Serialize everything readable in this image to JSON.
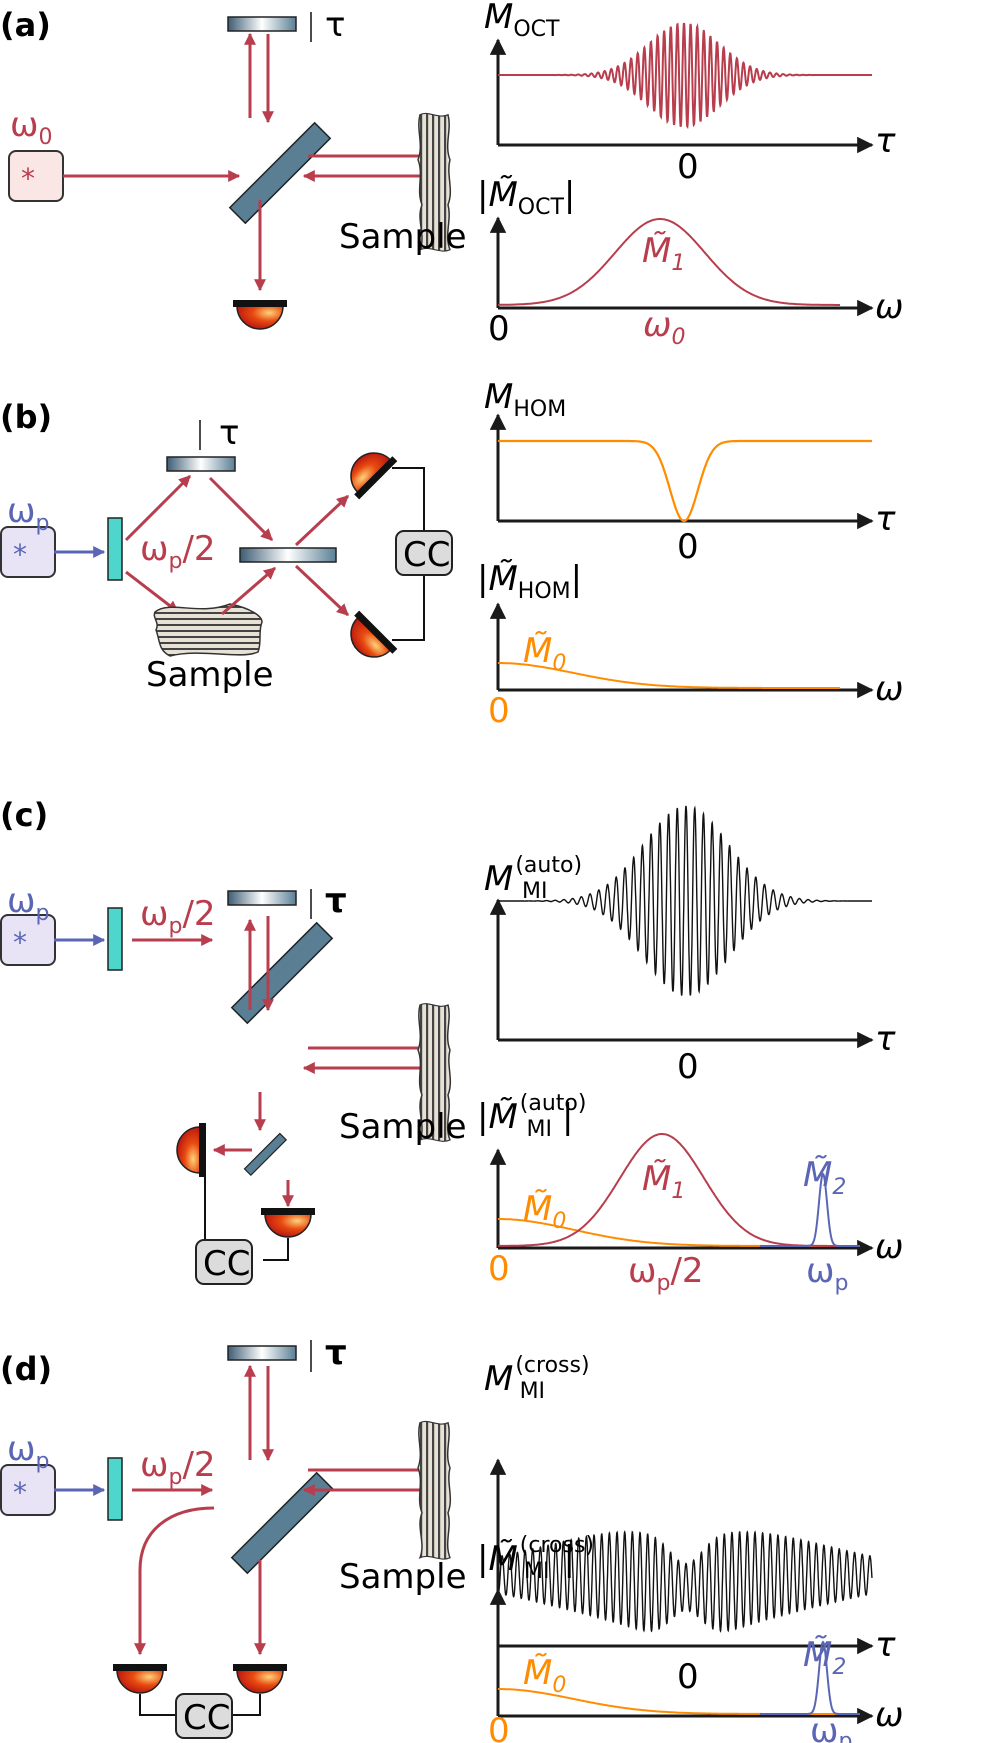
{
  "panels": {
    "a": {
      "tag": "(a)",
      "source": "ω",
      "source_sub": "0",
      "sample": "Sample",
      "tau": "τ",
      "top_sym": "M",
      "top_sub": "OCT",
      "bot_sym": "|M̃",
      "bot_sub": "OCT",
      "bot_close": "|",
      "axis_tau": "τ",
      "tick_zero": "0",
      "axis_omega": "ω",
      "origin": "0",
      "peak1": "M̃",
      "peak1_sub": "1",
      "omega0": "ω",
      "omega0_sub": "0"
    },
    "b": {
      "tag": "(b)",
      "source": "ω",
      "source_sub": "p",
      "half": "ω",
      "half_sub": "p",
      "half_tail": "/2",
      "sample": "Sample",
      "tau": "τ",
      "cc": "CC",
      "top_sym": "M",
      "top_sub": "HOM",
      "bot_sym": "|M̃",
      "bot_sub": "HOM",
      "bot_close": "|",
      "axis_tau": "τ",
      "tick_zero": "0",
      "axis_omega": "ω",
      "origin": "0",
      "peak0": "M̃",
      "peak0_sub": "0"
    },
    "c": {
      "tag": "(c)",
      "source": "ω",
      "source_sub": "p",
      "half": "ω",
      "half_sub": "p",
      "half_tail": "/2",
      "sample": "Sample",
      "tau": "τ",
      "cc": "CC",
      "top_sym": "M",
      "top_sup": "(auto)",
      "top_sub": "MI",
      "bot_sym": "|M̃",
      "bot_sup": "(auto)",
      "bot_sub": "MI",
      "bot_close": "|",
      "axis_tau": "τ",
      "tick_zero": "0",
      "axis_omega": "ω",
      "origin": "0",
      "peak0": "M̃",
      "peak0_sub": "0",
      "peak1": "M̃",
      "peak1_sub": "1",
      "peak2": "M̃",
      "peak2_sub": "2",
      "mid": "ω",
      "mid_sub": "p",
      "mid_tail": "/2",
      "end": "ω",
      "end_sub": "p"
    },
    "d": {
      "tag": "(d)",
      "source": "ω",
      "source_sub": "p",
      "half": "ω",
      "half_sub": "p",
      "half_tail": "/2",
      "sample": "Sample",
      "tau": "τ",
      "cc": "CC",
      "top_sym": "M",
      "top_sup": "(cross)",
      "top_sub": "MI",
      "bot_sym": "|M̃",
      "bot_sup": "(cross)",
      "bot_sub": "MI",
      "bot_close": "|",
      "axis_tau": "τ",
      "tick_zero": "0",
      "axis_omega": "ω",
      "origin": "0",
      "peak0": "M̃",
      "peak0_sub": "0",
      "peak2": "M̃",
      "peak2_sub": "2",
      "end": "ω",
      "end_sub": "p"
    }
  },
  "colors": {
    "red": "#b83d4d",
    "blue": "#5a66b5",
    "orange": "#ff8c00",
    "teal": "#4fd6cc",
    "mirror": "#5a7f95",
    "black": "#111111"
  },
  "chart_data": [
    {
      "panel": "a",
      "type": "line",
      "name": "M_OCT vs tau",
      "shape": "gaussian-enveloped fringes centred at tau = 0",
      "xlabel": "τ",
      "ylabel": "M_OCT",
      "xticks": [
        "0"
      ]
    },
    {
      "panel": "a",
      "type": "line",
      "name": "|M~_OCT| vs omega",
      "shape": "single gaussian peak M~1 at omega0",
      "xlabel": "ω",
      "xticks": [
        "0",
        "ω0"
      ]
    },
    {
      "panel": "b",
      "type": "line",
      "name": "M_HOM vs tau",
      "shape": "flat with dip to zero at tau = 0",
      "xlabel": "τ",
      "xticks": [
        "0"
      ]
    },
    {
      "panel": "b",
      "type": "line",
      "name": "|M~_HOM| vs omega",
      "shape": "low-frequency lobe M~0 decaying from 0",
      "xlabel": "ω",
      "xticks": [
        "0"
      ]
    },
    {
      "panel": "c",
      "type": "line",
      "name": "M_MI(auto) vs tau",
      "shape": "dense fringes under gaussian envelope at tau = 0",
      "xlabel": "τ",
      "xticks": [
        "0"
      ]
    },
    {
      "panel": "c",
      "type": "line",
      "name": "|M~_MI(auto)| vs omega",
      "shape": "M~0 at 0, M~1 at ωp/2, narrow M~2 at ωp",
      "xlabel": "ω",
      "xticks": [
        "0",
        "ωp/2",
        "ωp"
      ]
    },
    {
      "panel": "d",
      "type": "line",
      "name": "M_MI(cross) vs tau",
      "shape": "broad fringes with dip at tau = 0",
      "xlabel": "τ",
      "xticks": [
        "0"
      ]
    },
    {
      "panel": "d",
      "type": "line",
      "name": "|M~_MI(cross)| vs omega",
      "shape": "M~0 at 0, narrow M~2 at ωp",
      "xlabel": "ω",
      "xticks": [
        "0",
        "ωp"
      ]
    }
  ]
}
